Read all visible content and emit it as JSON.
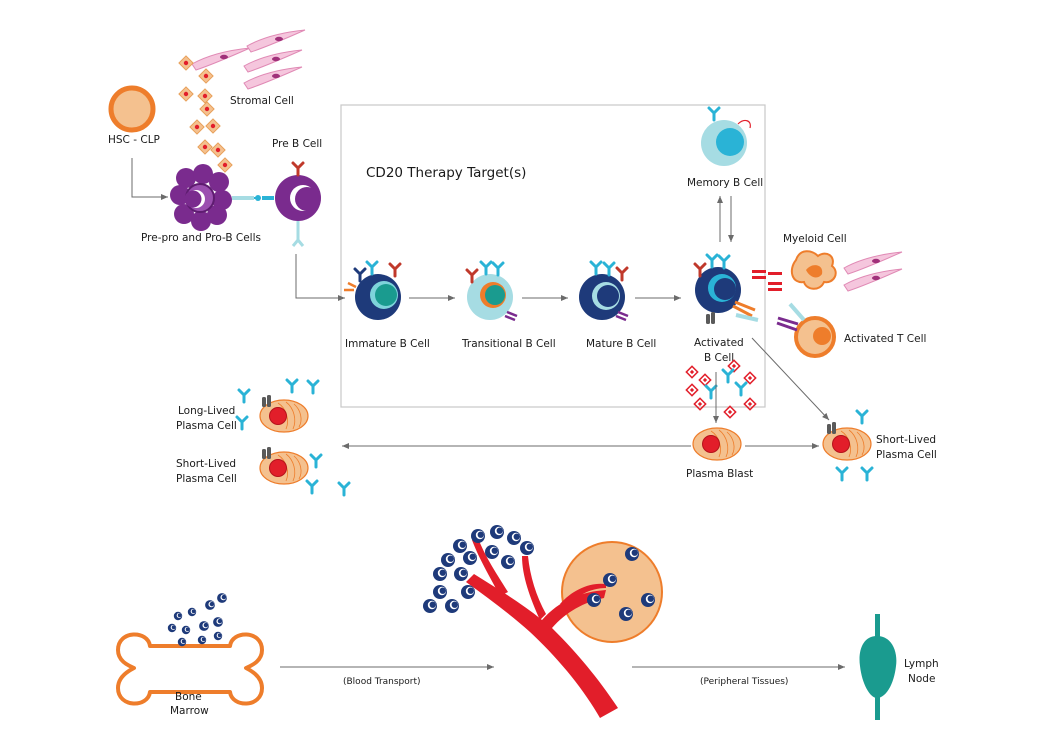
{
  "title": "CD20 Therapy Target(s)",
  "colors": {
    "orange": "#EE7D2B",
    "orange_light": "#F4C18F",
    "purple": "#7A2B8E",
    "navy": "#1E3A7A",
    "teal": "#1A9B8F",
    "cyan": "#2AB3D6",
    "pink": "#F5C6DD",
    "red": "#E21E2A",
    "box": "#C8C8C8"
  },
  "labels": {
    "hsc": "HSC - CLP",
    "stromal": "Stromal Cell",
    "pre_b": "Pre B Cell",
    "prepro": "Pre-pro and Pro-B Cells",
    "immature": "Immature B Cell",
    "transitional": "Transitional B Cell",
    "mature": "Mature B Cell",
    "memory": "Memory B Cell",
    "myeloid": "Myeloid Cell",
    "activated_b_1": "Activated",
    "activated_b_2": "B Cell",
    "activated_t": "Activated T Cell",
    "plasma_blast": "Plasma Blast",
    "long_lived_1": "Long-Lived",
    "long_lived_2": "Plasma Cell",
    "short_lived_left_1": "Short-Lived",
    "short_lived_left_2": "Plasma Cell",
    "short_lived_right_1": "Short-Lived",
    "short_lived_right_2": "Plasma Cell",
    "bone_1": "Bone",
    "bone_2": "Marrow",
    "blood": "(Blood Transport)",
    "peripheral": "(Peripheral Tissues)",
    "lymph_1": "Lymph",
    "lymph_2": "Node"
  }
}
